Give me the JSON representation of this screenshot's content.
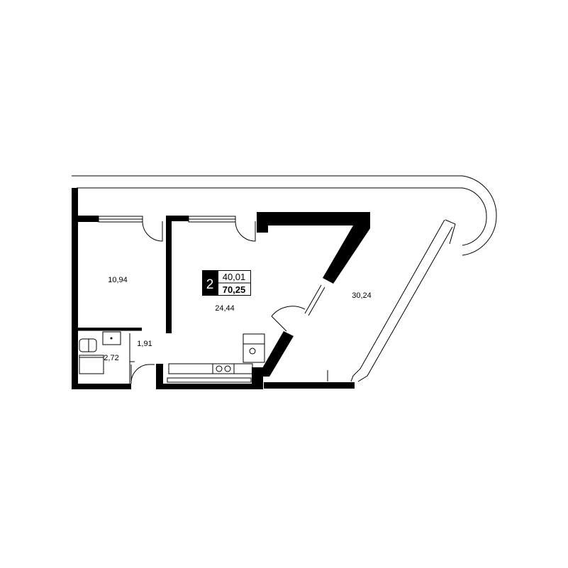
{
  "unit": {
    "rooms_count": "2",
    "living_area": "40,01",
    "total_area": "70,25"
  },
  "rooms": [
    {
      "id": "bedroom",
      "area": "10,94"
    },
    {
      "id": "living-kitchen",
      "area": "24,44"
    },
    {
      "id": "terrace",
      "area": "30,24"
    },
    {
      "id": "hallway",
      "area": "1,91"
    },
    {
      "id": "bathroom",
      "area": "2,72"
    }
  ],
  "colors": {
    "wall": "#000000",
    "line": "#000000",
    "background": "#ffffff"
  }
}
